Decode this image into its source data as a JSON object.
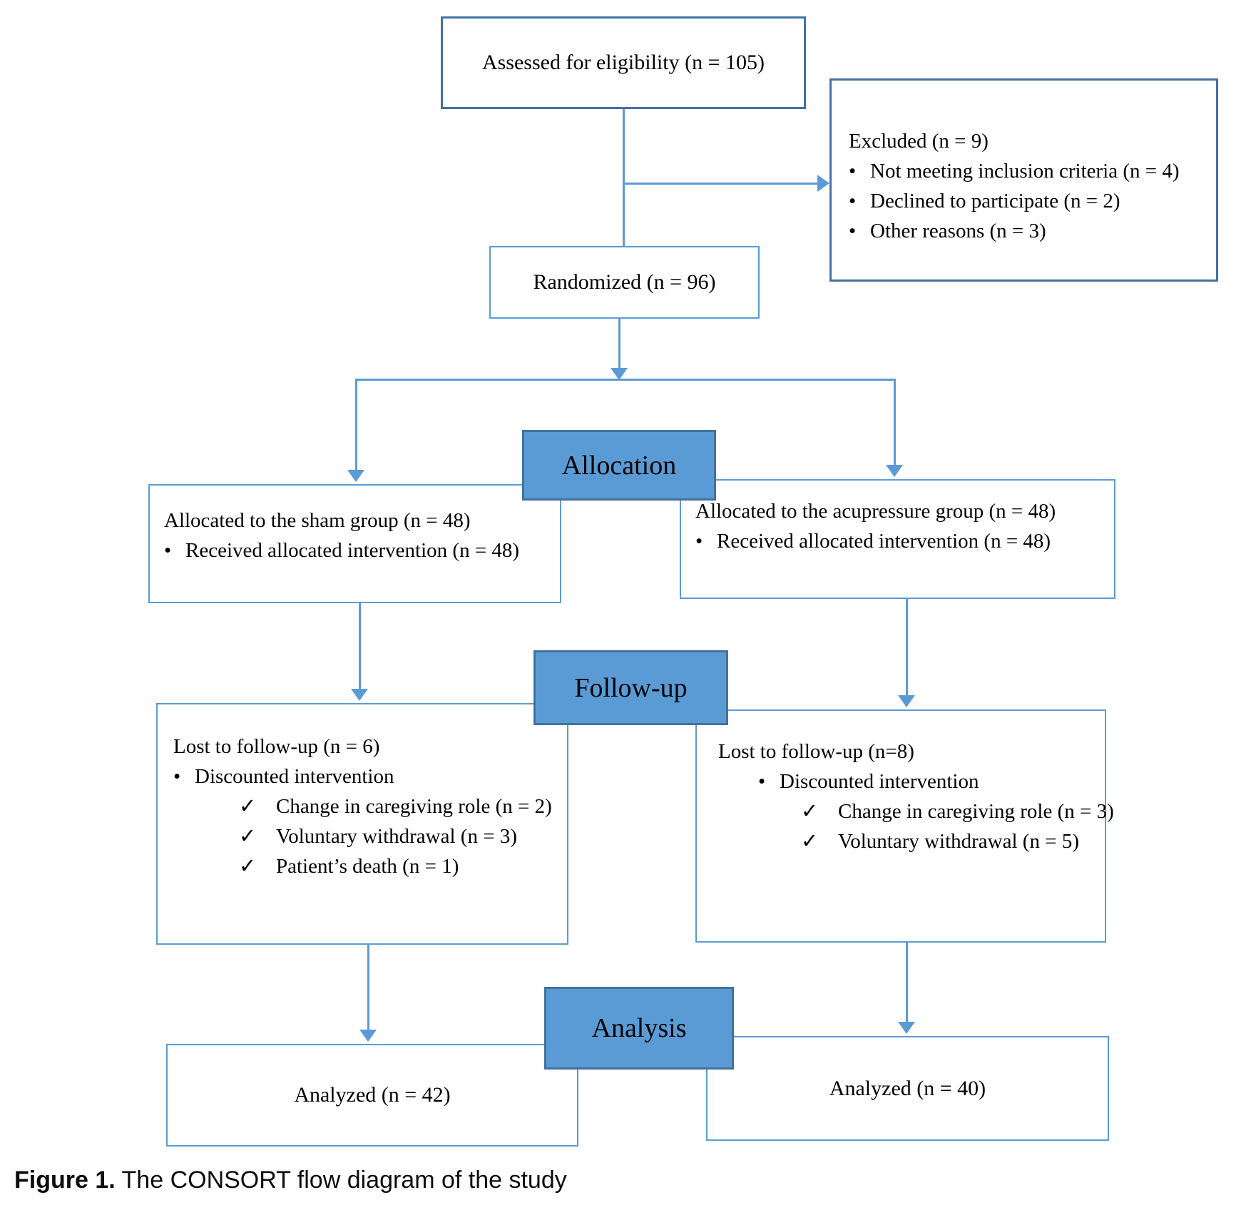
{
  "colors": {
    "line_blue": "#5b9bd5",
    "stage_fill": "#5b9bd5",
    "stage_border": "#41719c",
    "outer_box_border": "#4472a4",
    "text": "#000000"
  },
  "glyphs": {
    "bullet": "•",
    "check": "✓"
  },
  "stages": {
    "allocation": "Allocation",
    "followup": "Follow-up",
    "analysis": "Analysis"
  },
  "boxes": {
    "assessed": {
      "text": "Assessed for eligibility (n = 105)"
    },
    "excluded": {
      "title": "Excluded (n = 9)",
      "items": [
        "Not meeting inclusion criteria (n = 4)",
        "Declined to participate (n = 2)",
        "Other reasons (n = 3)"
      ]
    },
    "randomized": {
      "text": "Randomized (n = 96)"
    },
    "sham": {
      "title": "Allocated to the sham group (n = 48)",
      "items": [
        "Received allocated intervention (n = 48)"
      ]
    },
    "acupressure": {
      "title": "Allocated to the acupressure group (n = 48)",
      "items": [
        "Received allocated intervention (n = 48)"
      ]
    },
    "lost_sham": {
      "title": "Lost to follow-up (n = 6)",
      "bullet": "Discounted intervention",
      "checks": [
        "Change in caregiving role (n = 2)",
        "Voluntary withdrawal (n = 3)",
        "Patient’s death (n = 1)"
      ]
    },
    "lost_acupressure": {
      "title": "Lost to follow-up (n=8)",
      "bullet": "Discounted intervention",
      "checks": [
        "Change in caregiving role (n = 3)",
        "Voluntary withdrawal (n = 5)"
      ]
    },
    "analyzed_sham": {
      "text": "Analyzed (n = 42)"
    },
    "analyzed_acupressure": {
      "text": "Analyzed (n = 40)"
    }
  },
  "caption": {
    "label": "Figure 1.",
    "text": " The CONSORT flow diagram of the study"
  }
}
